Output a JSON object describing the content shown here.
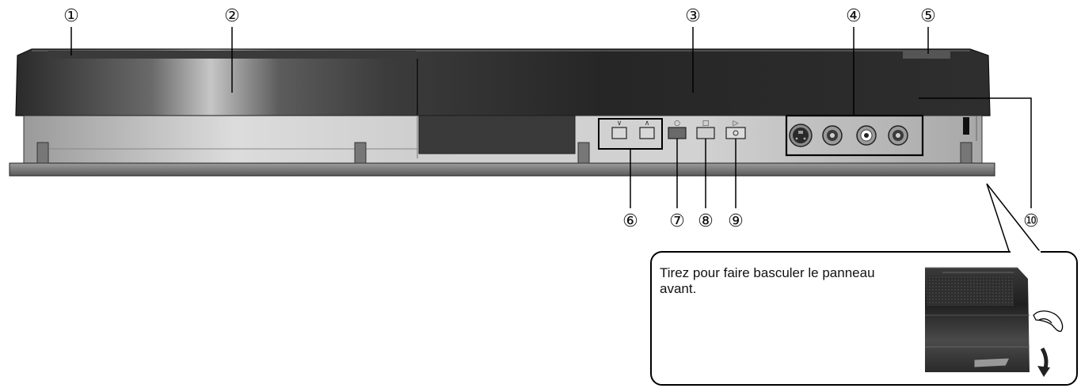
{
  "callouts": {
    "c1": "①",
    "c2": "②",
    "c3": "③",
    "c4": "④",
    "c5": "⑤",
    "c6": "⑥",
    "c7": "⑦",
    "c8": "⑧",
    "c9": "⑨",
    "c10": "⑩"
  },
  "button_glyphs": {
    "ch_down": "∨",
    "ch_up": "∧",
    "rec": "○",
    "stop": "□",
    "play": "▷"
  },
  "inset": {
    "text": "Tirez pour faire basculer le panneau avant."
  }
}
